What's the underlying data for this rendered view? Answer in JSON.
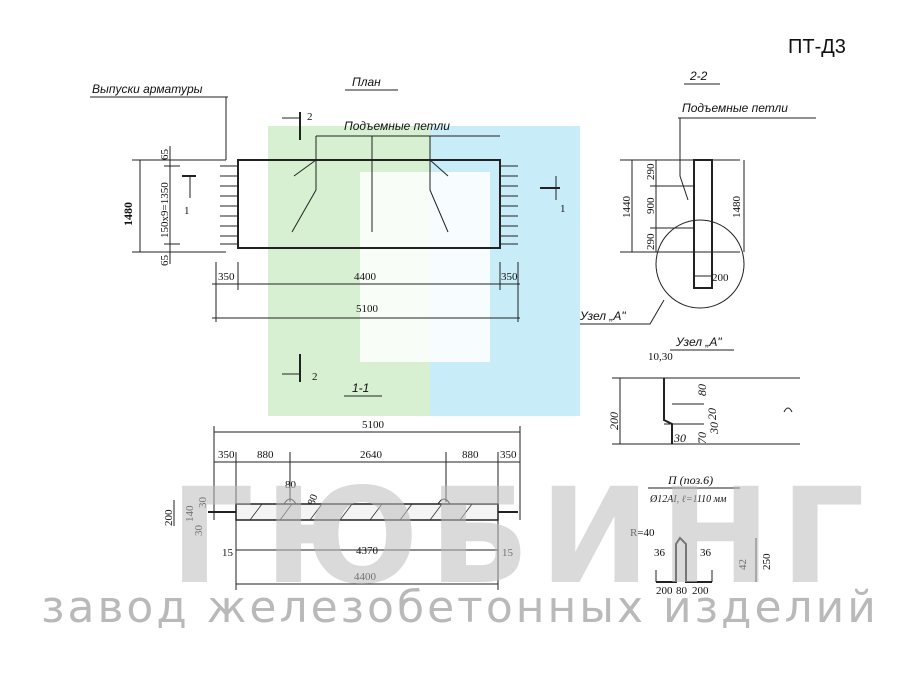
{
  "drawing_code": "ПТ-Д3",
  "watermark": {
    "brand": "ГЮБИНГ",
    "subtitle": "завод железобетонных изделий",
    "colors": {
      "green": "#d8f0d2",
      "blue": "#c8ecf8",
      "gray": "#bdbdbd"
    }
  },
  "plan": {
    "title": "План",
    "rebar_outlets_label": "Выпуски арматуры",
    "lifting_loops_label": "Подъемные петли",
    "dims": {
      "top": "65",
      "middle": "150x9=1350",
      "bottom": "65",
      "height": "1480",
      "left": "350",
      "center": "4400",
      "right": "350",
      "total": "5100"
    },
    "cut_marks": {
      "section_1": "1",
      "section_2": "2"
    }
  },
  "section_2_2": {
    "title": "2-2",
    "lifting_loops_label": "Подъемные петли",
    "dims": {
      "top": "290",
      "middle": "900",
      "bottom": "290",
      "left_total": "1440",
      "right_total": "1480",
      "thickness": "200"
    },
    "node_label": "Узел „А\""
  },
  "node_a": {
    "title": "Узел „А\"",
    "dims": {
      "top": "10,30",
      "height": "200",
      "d80": "80",
      "d20": "20",
      "d30a": "30",
      "d70": "70",
      "d30b": "30"
    }
  },
  "section_1_1": {
    "title": "1-1",
    "dims": {
      "total": "5100",
      "left_out": "350",
      "left": "880",
      "center": "2640",
      "right": "880",
      "right_out": "350",
      "loop_a": "80",
      "loop_b": "80",
      "height": "200",
      "inner": "140",
      "bot": "30",
      "top": "30",
      "edge_left": "15",
      "inner_len": "4370",
      "edge_right": "15",
      "overall": "4400"
    }
  },
  "loop_detail": {
    "title": "П (поз.6)",
    "spec": "Ø12АI,  ℓ=1110 мм",
    "dims": {
      "radius": "R=40",
      "left_leg": "36",
      "right_leg": "36",
      "height": "250",
      "hook": "42",
      "base_l": "200",
      "base_c": "80",
      "base_r": "200"
    }
  }
}
